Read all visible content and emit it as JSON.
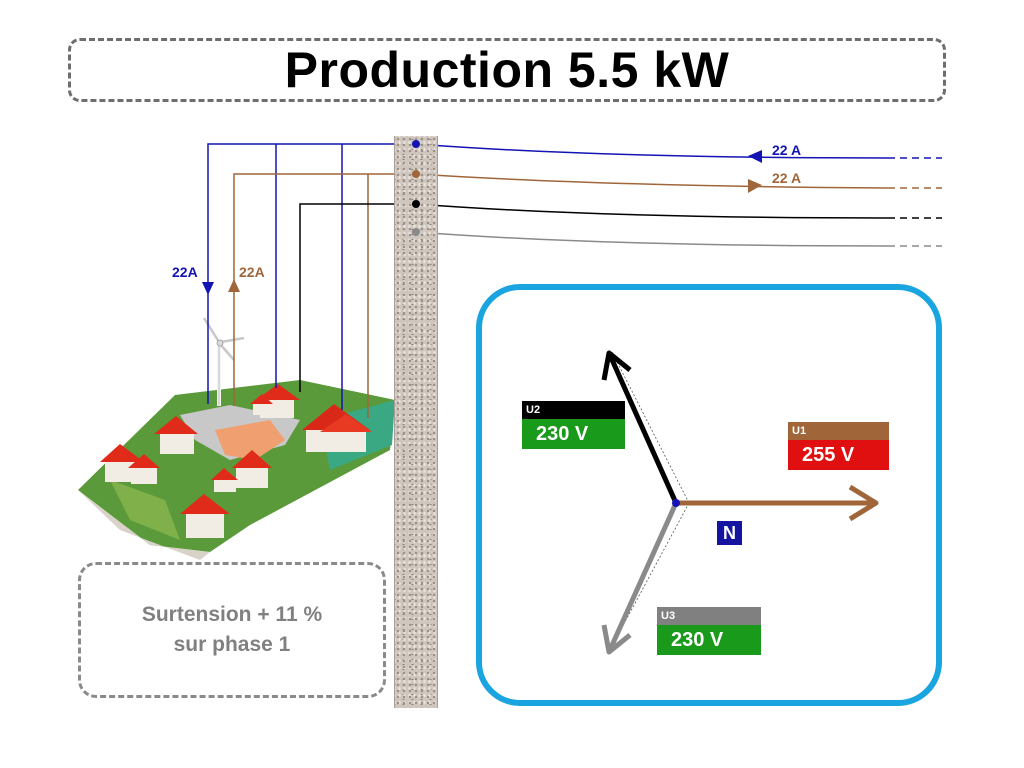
{
  "title": "Production 5.5 kW",
  "note": {
    "line1": "Surtension + 11 %",
    "line2": "sur phase 1"
  },
  "currents": {
    "blue_line": "22 A",
    "brown_line": "22 A",
    "blue_drop": "22A",
    "brown_drop": "22A"
  },
  "vectors": {
    "u1": {
      "name": "U1",
      "value": "255 V",
      "header_color": "#a0663a",
      "value_color": "#e01010"
    },
    "u2": {
      "name": "U2",
      "value": "230 V",
      "header_color": "#000000",
      "value_color": "#1a9a1a"
    },
    "u3": {
      "name": "U3",
      "value": "230 V",
      "header_color": "#808080",
      "value_color": "#1a9a1a"
    },
    "neutral": "N"
  },
  "colors": {
    "phase1": "#a0663a",
    "phase2": "#000000",
    "phase3": "#8a8a8a",
    "blue_phase": "#1414b4",
    "panel_border": "#1aa5e0"
  }
}
